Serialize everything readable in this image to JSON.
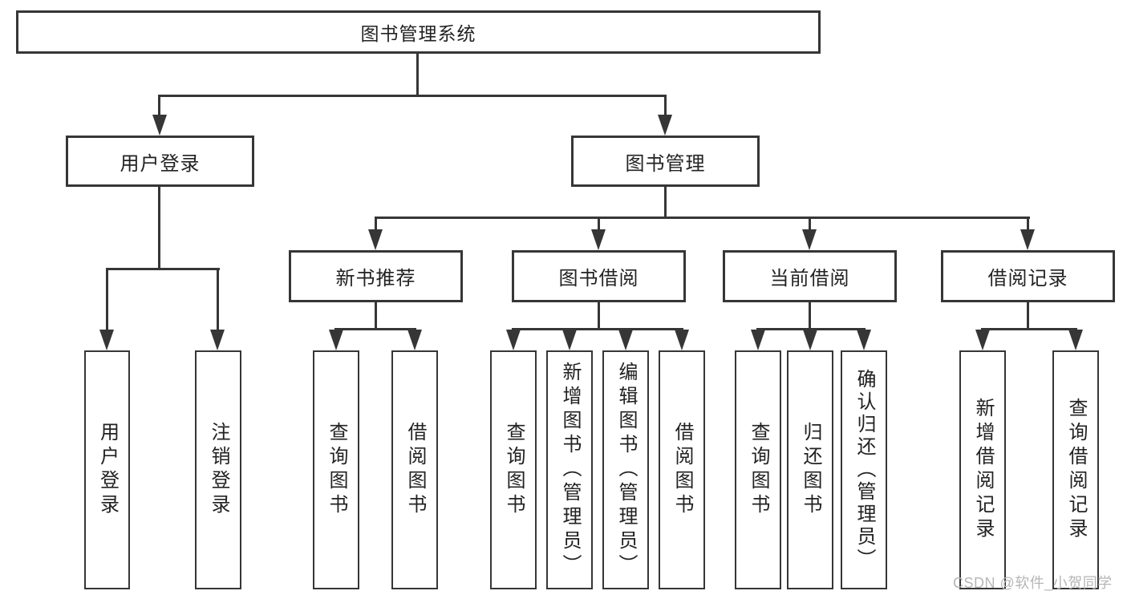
{
  "diagram": {
    "root": {
      "label": "图书管理系统"
    },
    "level2": {
      "user_login": {
        "label": "用户登录"
      },
      "book_management": {
        "label": "图书管理"
      }
    },
    "level3": {
      "new_book_recommend": {
        "label": "新书推荐"
      },
      "book_borrow": {
        "label": "图书借阅"
      },
      "current_borrow": {
        "label": "当前借阅"
      },
      "borrow_records": {
        "label": "借阅记录"
      }
    },
    "leaves": {
      "user_login": [
        "用户登录",
        "注销登录"
      ],
      "new_book_recommend": [
        "查询图书",
        "借阅图书"
      ],
      "book_borrow": [
        "查询图书",
        "新增图书（管理员）",
        "编辑图书（管理员）",
        "借阅图书"
      ],
      "current_borrow": [
        "查询图书",
        "归还图书",
        "确认归还（管理员）"
      ],
      "borrow_records": [
        "新增借阅记录",
        "查询借阅记录"
      ]
    },
    "watermark": "CSDN @软件_小贺同学",
    "colors": {
      "line": "#363636",
      "border": "#363636",
      "text": "#222222",
      "background": "#ffffff",
      "watermark": "#b6b6b6"
    }
  }
}
